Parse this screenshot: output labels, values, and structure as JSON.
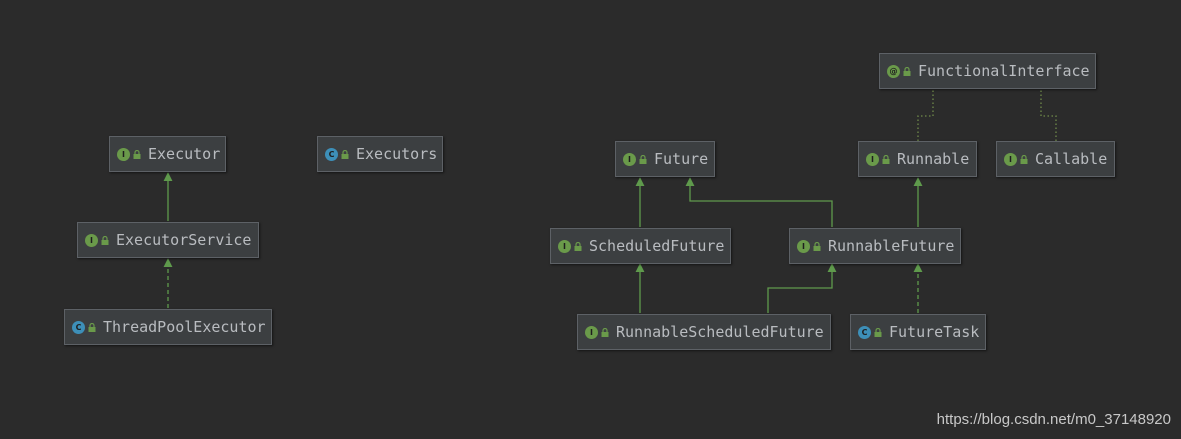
{
  "colors": {
    "background": "#2b2b2b",
    "node_fill": "#3c3f41",
    "node_border": "#5d6166",
    "node_text": "#b9bcc0",
    "edge": "#5f9a4c",
    "interface_badge": "#6a9a4a",
    "class_badge": "#3d8fb8"
  },
  "nodes": [
    {
      "id": "executor",
      "label": "Executor",
      "kind": "interface",
      "badge": "I"
    },
    {
      "id": "executors",
      "label": "Executors",
      "kind": "class",
      "badge": "C"
    },
    {
      "id": "executor_service",
      "label": "ExecutorService",
      "kind": "interface",
      "badge": "I"
    },
    {
      "id": "thread_pool_executor",
      "label": "ThreadPoolExecutor",
      "kind": "class",
      "badge": "C"
    },
    {
      "id": "functional_interface",
      "label": "FunctionalInterface",
      "kind": "annotation",
      "badge": "@"
    },
    {
      "id": "future",
      "label": "Future",
      "kind": "interface",
      "badge": "I"
    },
    {
      "id": "runnable",
      "label": "Runnable",
      "kind": "interface",
      "badge": "I"
    },
    {
      "id": "callable",
      "label": "Callable",
      "kind": "interface",
      "badge": "I"
    },
    {
      "id": "scheduled_future",
      "label": "ScheduledFuture",
      "kind": "interface",
      "badge": "I"
    },
    {
      "id": "runnable_future",
      "label": "RunnableFuture",
      "kind": "interface",
      "badge": "I"
    },
    {
      "id": "runnable_scheduled_future",
      "label": "RunnableScheduledFuture",
      "kind": "interface",
      "badge": "I"
    },
    {
      "id": "future_task",
      "label": "FutureTask",
      "kind": "class",
      "badge": "C"
    }
  ],
  "edges": [
    {
      "from": "executor_service",
      "to": "executor",
      "type": "extends"
    },
    {
      "from": "thread_pool_executor",
      "to": "executor_service",
      "type": "implements"
    },
    {
      "from": "scheduled_future",
      "to": "future",
      "type": "extends"
    },
    {
      "from": "runnable_future",
      "to": "future",
      "type": "extends"
    },
    {
      "from": "runnable_future",
      "to": "runnable",
      "type": "extends"
    },
    {
      "from": "runnable_scheduled_future",
      "to": "scheduled_future",
      "type": "extends"
    },
    {
      "from": "runnable_scheduled_future",
      "to": "runnable_future",
      "type": "extends"
    },
    {
      "from": "future_task",
      "to": "runnable_future",
      "type": "implements"
    },
    {
      "from": "runnable",
      "to": "functional_interface",
      "type": "annotated"
    },
    {
      "from": "callable",
      "to": "functional_interface",
      "type": "annotated"
    }
  ],
  "watermark": "https://blog.csdn.net/m0_37148920"
}
